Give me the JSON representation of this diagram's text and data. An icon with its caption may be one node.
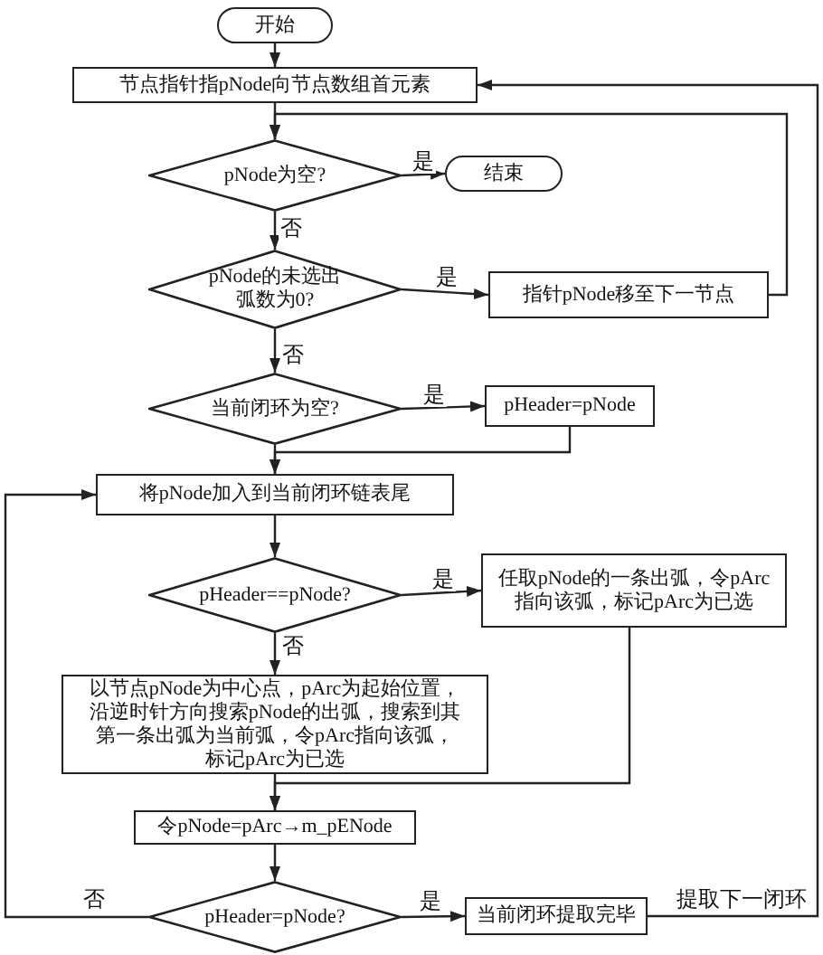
{
  "diagram": {
    "nodes": [
      {
        "text": [
          "开始"
        ]
      },
      {
        "text": [
          "节点指针指pNode向节点数组首元素"
        ]
      },
      {
        "text": [
          "pNode为空?"
        ]
      },
      {
        "text": [
          "结束"
        ]
      },
      {
        "text": [
          "pNode的未选出弧数为0?"
        ]
      },
      {
        "text": [
          "指针pNode移至下一节点"
        ]
      },
      {
        "text": [
          "当前闭环为空?"
        ]
      },
      {
        "text": [
          "pHeader=pNode"
        ]
      },
      {
        "text": [
          "将pNode加入到当前闭环链表尾"
        ]
      },
      {
        "text": [
          "pHeader==pNode?"
        ]
      },
      {
        "text": [
          "任取pNode的一条出弧，令pArc指向该弧，标记pArc为已选"
        ]
      },
      {
        "text": [
          "以节点pNode为中心点，pArc为起始位置，沿逆时针方向搜索pNode的出弧，搜索到其第一条出弧为当前弧，令pArc指向该弧，标记pArc为已选"
        ]
      },
      {
        "text": [
          "令pNode=pArc→m_pENode"
        ]
      },
      {
        "text": [
          "pHeader=pNode?"
        ]
      },
      {
        "text": [
          "当前闭环提取完毕"
        ]
      }
    ],
    "edges": [
      {
        "from": 0,
        "to": 1,
        "arrow": "to"
      },
      {
        "from": 1,
        "to": 2,
        "arrow": "to"
      },
      {
        "from": 2,
        "to": 3,
        "arrow": "to",
        "label": "是"
      },
      {
        "from": 2,
        "to": 4,
        "arrow": "to",
        "label": "否"
      },
      {
        "from": 4,
        "to": 5,
        "arrow": "to",
        "label": "是"
      },
      {
        "from": 5,
        "to": 2,
        "arrow": "to"
      },
      {
        "from": 4,
        "to": 6,
        "arrow": "to",
        "label": "否"
      },
      {
        "from": 6,
        "to": 7,
        "arrow": "to",
        "label": "是"
      },
      {
        "from": 7,
        "to": 8,
        "arrow": "to"
      },
      {
        "from": 6,
        "to": 8,
        "arrow": "to"
      },
      {
        "from": 8,
        "to": 9,
        "arrow": "to"
      },
      {
        "from": 9,
        "to": 10,
        "arrow": "to",
        "label": "是"
      },
      {
        "from": 9,
        "to": 11,
        "arrow": "to",
        "label": "否"
      },
      {
        "from": 10,
        "to": 12,
        "arrow": "to"
      },
      {
        "from": 11,
        "to": 12,
        "arrow": "to"
      },
      {
        "from": 12,
        "to": 13,
        "arrow": "to"
      },
      {
        "from": 13,
        "to": 14,
        "arrow": "to",
        "label": "是"
      },
      {
        "from": 13,
        "to": 8,
        "arrow": "to",
        "label": "否"
      },
      {
        "from": 14,
        "to": 1,
        "arrow": "to",
        "label": "提取下一闭环"
      }
    ]
  }
}
